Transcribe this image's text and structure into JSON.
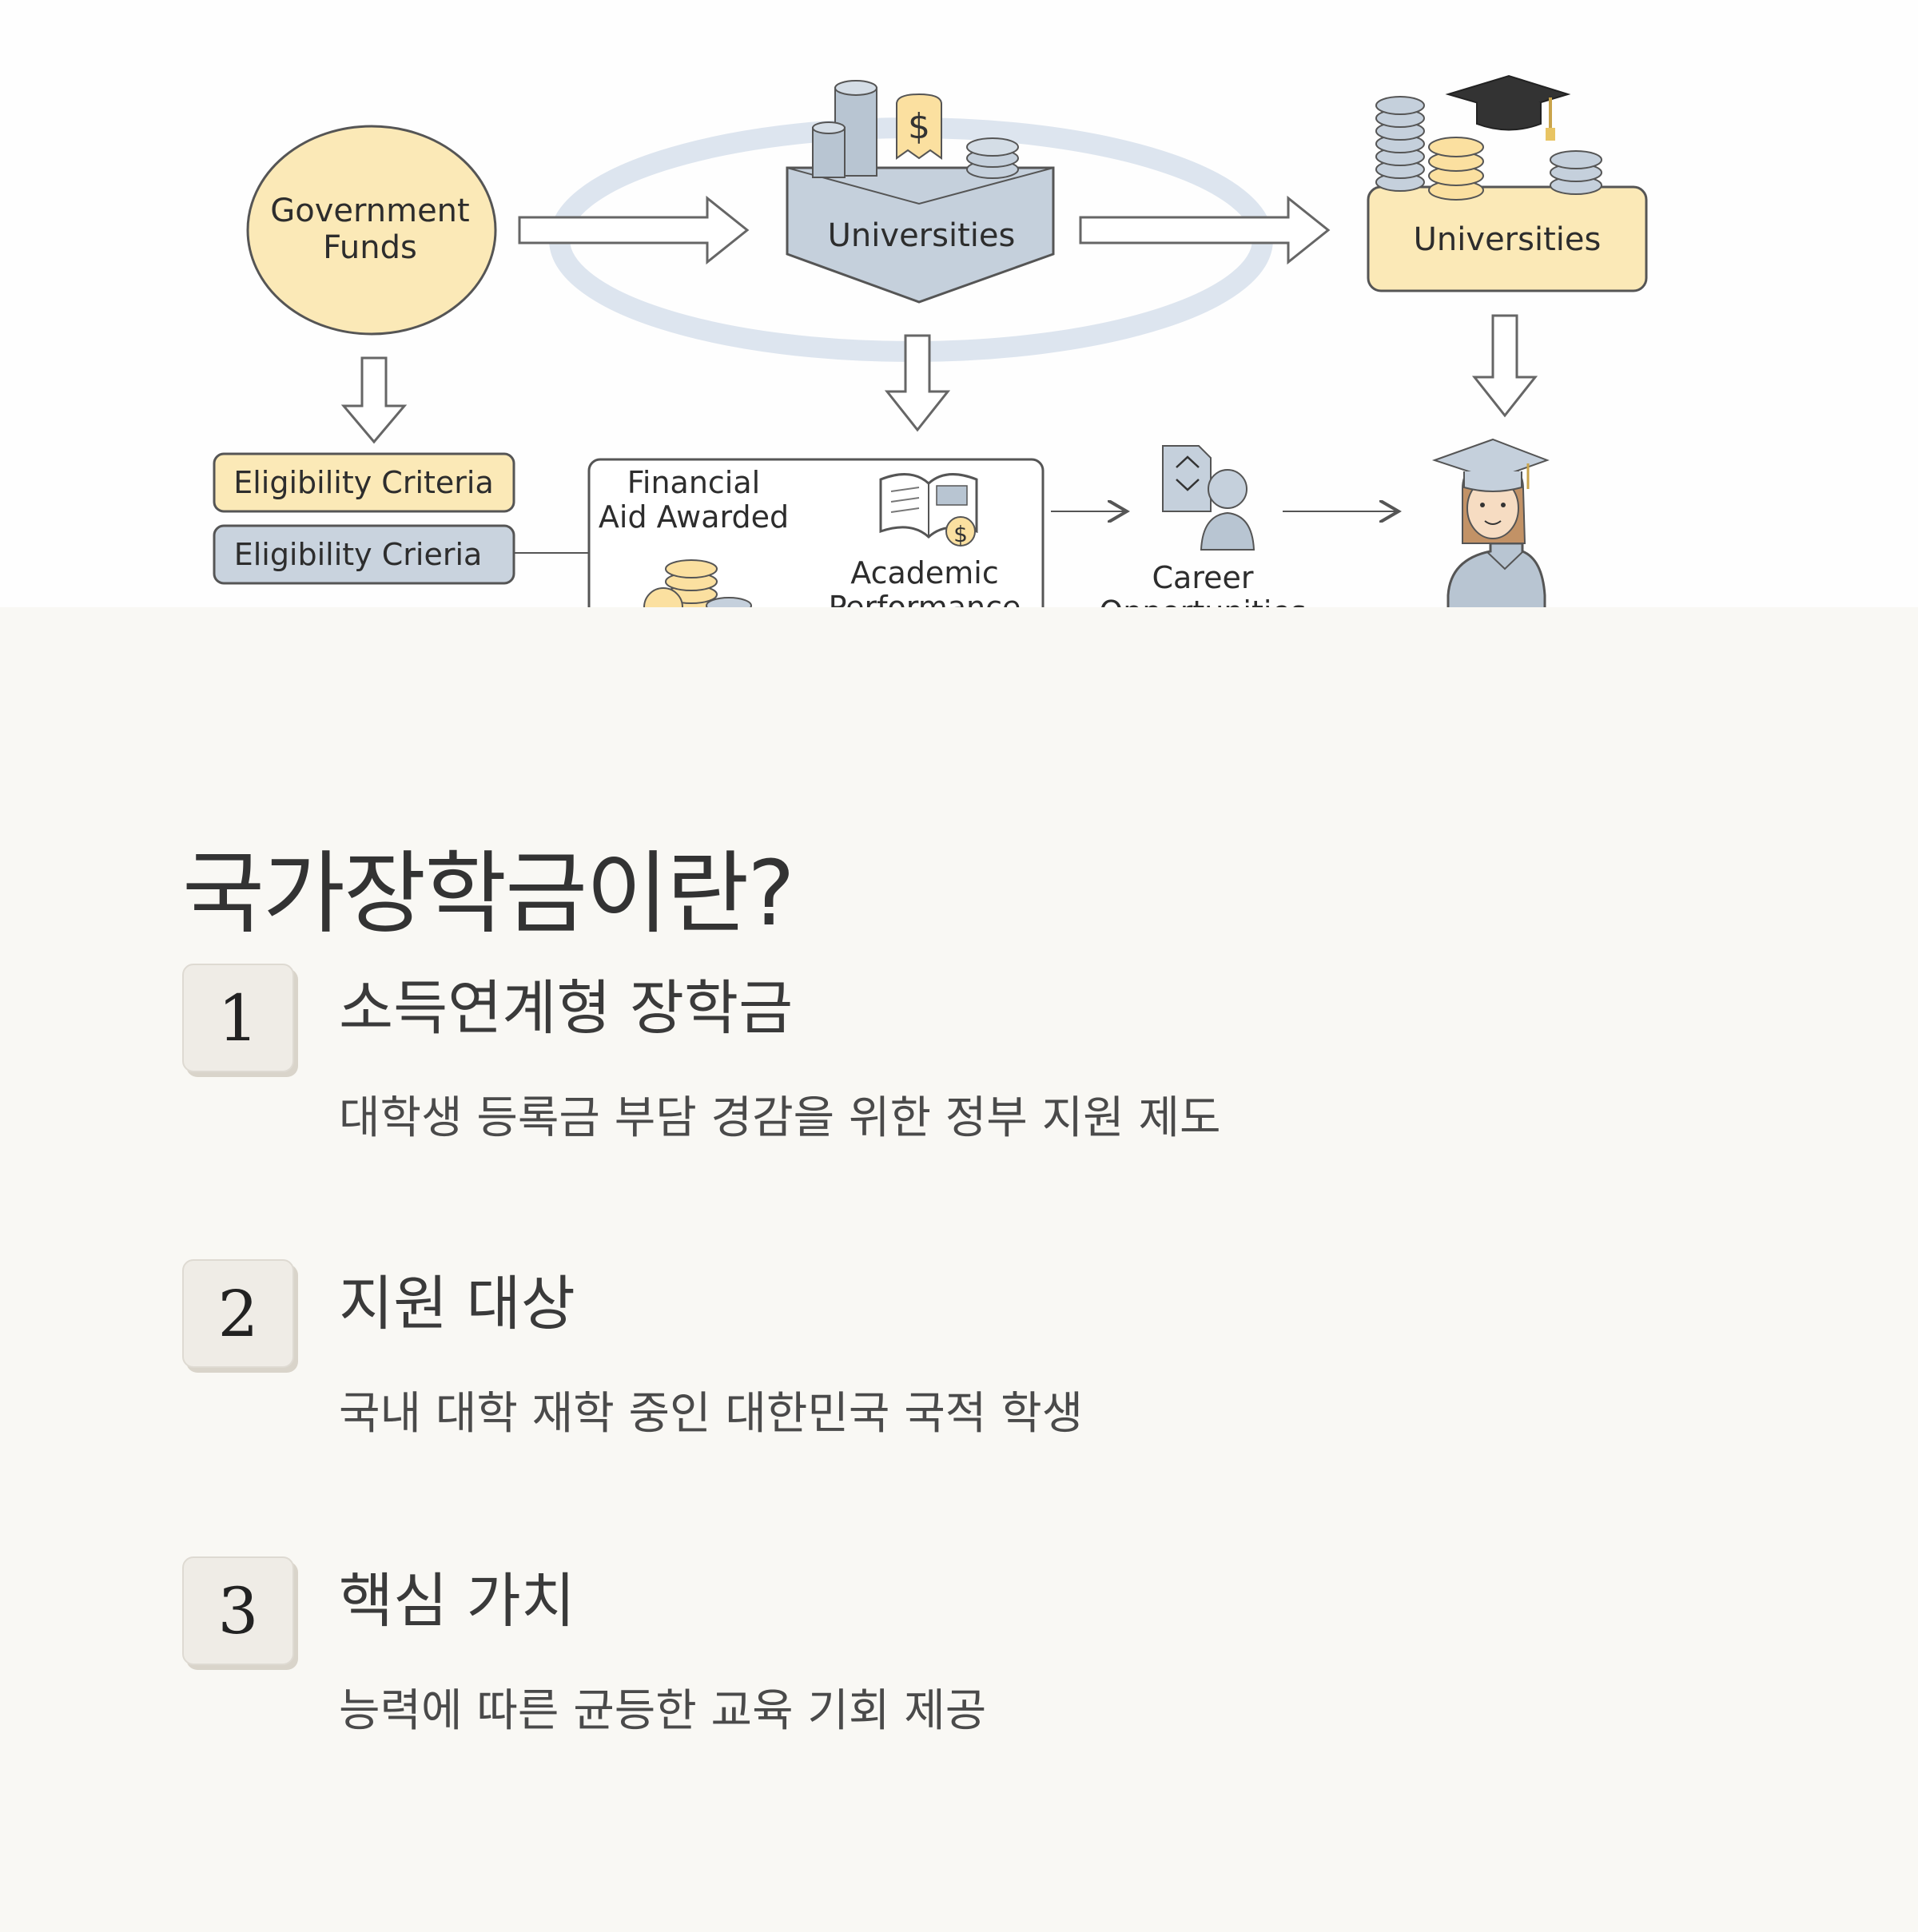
{
  "diagram": {
    "government_funds": "Government Funds",
    "government_funds_lines": [
      "Government",
      "Funds"
    ],
    "universities_center": "Universities",
    "universities_right": "Universities",
    "eligibility_1": "Eligibility Criteria",
    "eligibility_2": "Eligibility Crieria",
    "financial_aid_lines": [
      "Financial",
      "Aid Awarded"
    ],
    "academic_lines": [
      "Academic",
      "Performance"
    ],
    "career_lines": [
      "Career",
      "Opportunities"
    ]
  },
  "page_title": "국가장학금이란?",
  "items": [
    {
      "number": "1",
      "title": "소득연계형 장학금",
      "description": "대학생 등록금 부담 경감을 위한 정부 지원 제도"
    },
    {
      "number": "2",
      "title": "지원 대상",
      "description": "국내 대학 재학 중인 대한민국 국적 학생"
    },
    {
      "number": "3",
      "title": "핵심 가치",
      "description": "능력에 따른 균등한 교육 기회 제공"
    }
  ],
  "colors": {
    "background": "#f9f8f4",
    "badge": "#efece6",
    "diagram_yellow": "#fbe9b7",
    "diagram_blue": "#c9d3de"
  }
}
